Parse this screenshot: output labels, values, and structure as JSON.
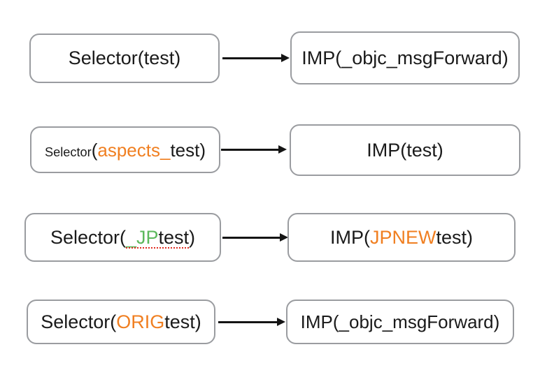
{
  "diagram": {
    "type": "flow-mapping",
    "background_color": "#ffffff",
    "box_border_color": "#9a9ca0",
    "text_color": "#1a1a1a",
    "accent_orange": "#F07F21",
    "accent_green": "#5CB85C",
    "spellcheck_underline_color": "#E02B20",
    "arrow_color": "#141414",
    "rows": [
      {
        "id": "row-1",
        "source_label": "Selector(test)",
        "target_label": "IMP(_objc_msgForward)",
        "source_segments": [
          {
            "text": "Selector(test)",
            "style": "plain"
          }
        ],
        "target_segments": [
          {
            "text": "IMP(_objc_msgForward)",
            "style": "plain"
          }
        ]
      },
      {
        "id": "row-2",
        "source_label": "Selector(aspects_test)",
        "target_label": "IMP(test)",
        "source_segments": [
          {
            "text": "Selector",
            "style": "small"
          },
          {
            "text": "(",
            "style": "plain"
          },
          {
            "text": "aspects_",
            "style": "orange"
          },
          {
            "text": "test)",
            "style": "plain"
          }
        ],
        "target_segments": [
          {
            "text": "IMP(test)",
            "style": "plain"
          }
        ]
      },
      {
        "id": "row-3",
        "source_label": "Selector(_JPtest)",
        "target_label": "IMP(JPNEWtest)",
        "source_segments": [
          {
            "text": "Selector(",
            "style": "plain"
          },
          {
            "text": "_JP",
            "style": "green-misspell"
          },
          {
            "text": "test",
            "style": "misspell"
          },
          {
            "text": ")",
            "style": "plain"
          }
        ],
        "target_segments": [
          {
            "text": "IMP(",
            "style": "plain"
          },
          {
            "text": "JPNEW",
            "style": "orange"
          },
          {
            "text": "test)",
            "style": "plain"
          }
        ]
      },
      {
        "id": "row-4",
        "source_label": "Selector(ORIGtest)",
        "target_label": "IMP(_objc_msgForward)",
        "source_segments": [
          {
            "text": "Selector(",
            "style": "plain"
          },
          {
            "text": "ORIG",
            "style": "orange"
          },
          {
            "text": "test)",
            "style": "plain"
          }
        ],
        "target_segments": [
          {
            "text": "IMP(_objc_msgForward)",
            "style": "plain"
          }
        ]
      }
    ]
  }
}
